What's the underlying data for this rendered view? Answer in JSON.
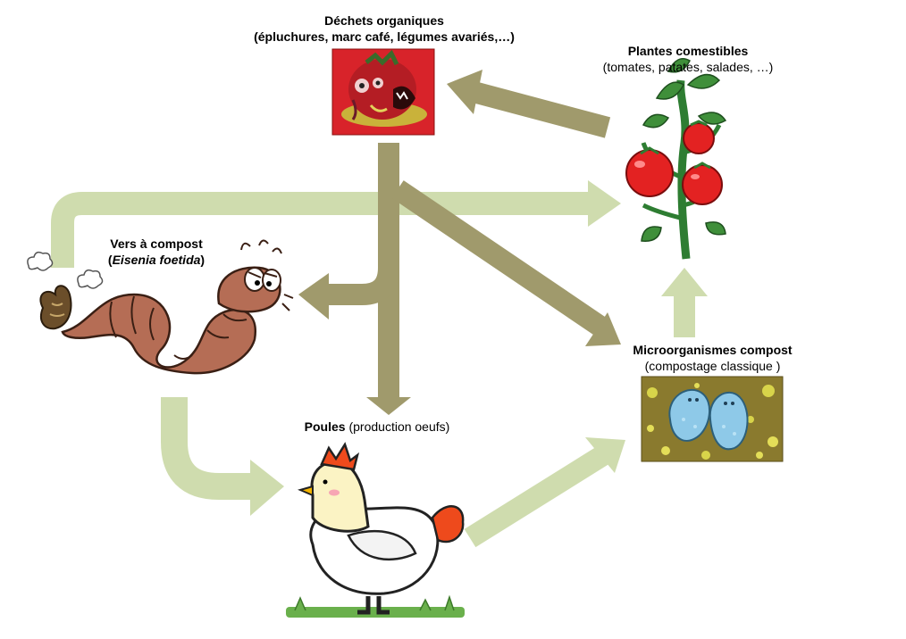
{
  "nodes": {
    "dechets": {
      "title": "Déchets organiques",
      "subtitle": "(épluchures, marc café, légumes avariés,…)",
      "icon": "rotting-tomato-icon"
    },
    "plantes": {
      "title": "Plantes comestibles",
      "subtitle": "(tomates, patates, salades, …)",
      "icon": "tomato-plant-icon"
    },
    "vers": {
      "title": "Vers à compost",
      "subtitle_open": "(",
      "subtitle_italic": "Eisenia foetida",
      "subtitle_close": ")",
      "icon": "compost-worm-icon"
    },
    "poules": {
      "title": "Poules",
      "subtitle": "(production oeufs)",
      "icon": "chicken-icon"
    },
    "micro": {
      "title": "Microorganismes compost",
      "subtitle": "(compostage classique )",
      "icon": "microorganisms-icon"
    }
  },
  "flows": [
    {
      "from": "plantes",
      "to": "dechets",
      "color": "#a09a6c"
    },
    {
      "from": "dechets",
      "to": "vers",
      "color": "#a09a6c"
    },
    {
      "from": "dechets",
      "to": "poules",
      "color": "#a09a6c"
    },
    {
      "from": "dechets",
      "to": "micro",
      "color": "#a09a6c"
    },
    {
      "from": "vers",
      "to": "plantes",
      "color": "#cfdcae"
    },
    {
      "from": "vers",
      "to": "poules",
      "color": "#cfdcae"
    },
    {
      "from": "poules",
      "to": "micro",
      "color": "#cfdcae"
    },
    {
      "from": "micro",
      "to": "plantes",
      "color": "#cfdcae"
    }
  ],
  "colors": {
    "brown_flow": "#a09a6c",
    "green_flow": "#cfdcae"
  }
}
